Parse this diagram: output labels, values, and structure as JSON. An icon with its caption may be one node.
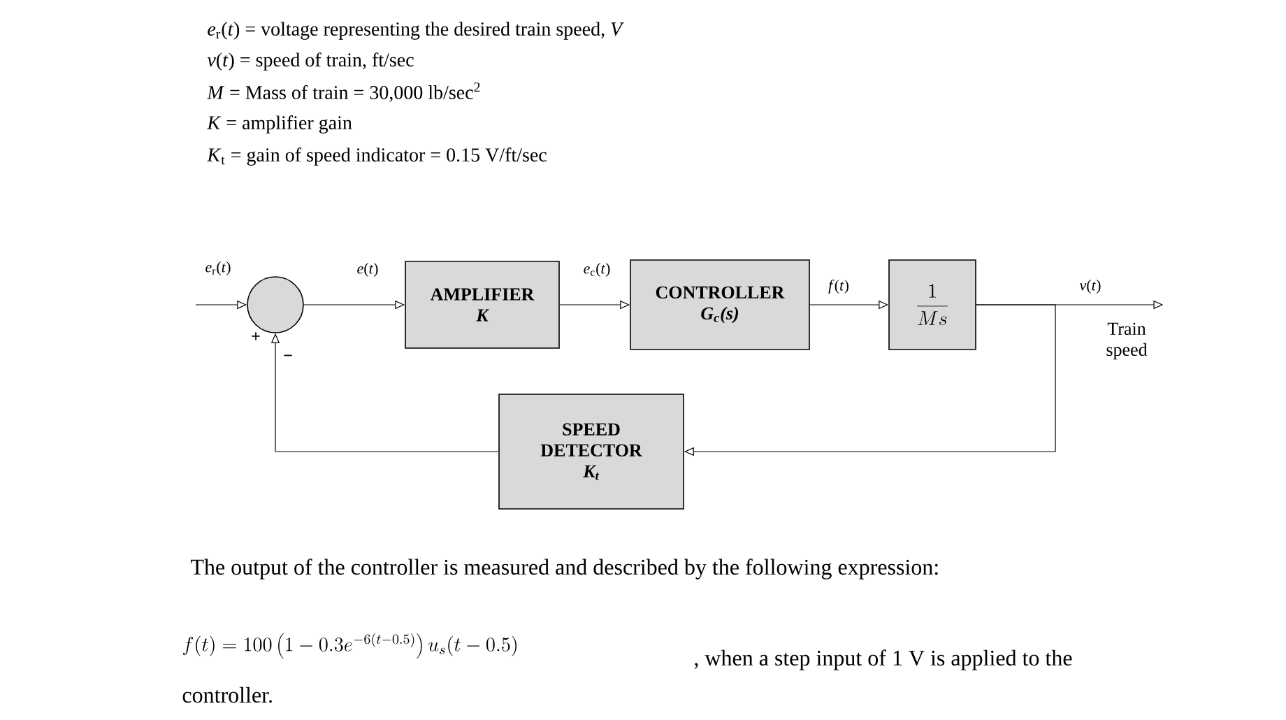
{
  "diagram": {
    "nodes": [
      {
        "text": [],
        "shape": "circle",
        "beside": [
          "+",
          "−"
        ]
      },
      {
        "text": [
          "AMPLIFIER",
          "K"
        ]
      },
      {
        "text": [
          "CONTROLLER",
          "G$_{c}$(s)"
        ]
      },
      {
        "text": [
          "\\frac{1}{Ms}"
        ]
      },
      {
        "text": [
          "SPEED DETECTOR",
          "K$_{t}$"
        ]
      },
      {
        "text": [
          "Train speed"
        ]
      }
    ],
    "edges": [
      {
        "from": null,
        "to": 0,
        "arrow": "to",
        "label": "*e*$_{r}$(*t*)"
      },
      {
        "from": 0,
        "to": 1,
        "arrow": "to",
        "label": "*e*(*t*)"
      },
      {
        "from": 1,
        "to": 2,
        "arrow": "to",
        "label": "*e*$_{c}$(*t*)"
      },
      {
        "from": 2,
        "to": 3,
        "arrow": "to",
        "label": "*f*(*t*)"
      },
      {
        "from": 3,
        "to": 5,
        "arrow": "to",
        "label": "*v*(*t*)"
      },
      {
        "from": 3,
        "to": 4,
        "arrow": "to"
      },
      {
        "from": 4,
        "to": 0,
        "arrow": "to"
      }
    ],
    "labels": [
      "*e*$_{r}$(*t*) = voltage representing the desired train speed, *V*",
      "*v*(*t*) = speed of train, ft/sec",
      "*M* = Mass of train = 30,000 lb/sec$^{2}$",
      "*K* = amplifier gain",
      "*K*$_{t}$ = gain of speed indicator = 0.15 V/ft/sec",
      "The output of the controller is measured and described by the following expression:",
      "f(t) = 100\\left(1 - 0.3e^{-6(t-0.5)}\\right)u_s(t-0.5)",
      ", when a step input of 1 V is applied to the",
      "controller."
    ]
  }
}
